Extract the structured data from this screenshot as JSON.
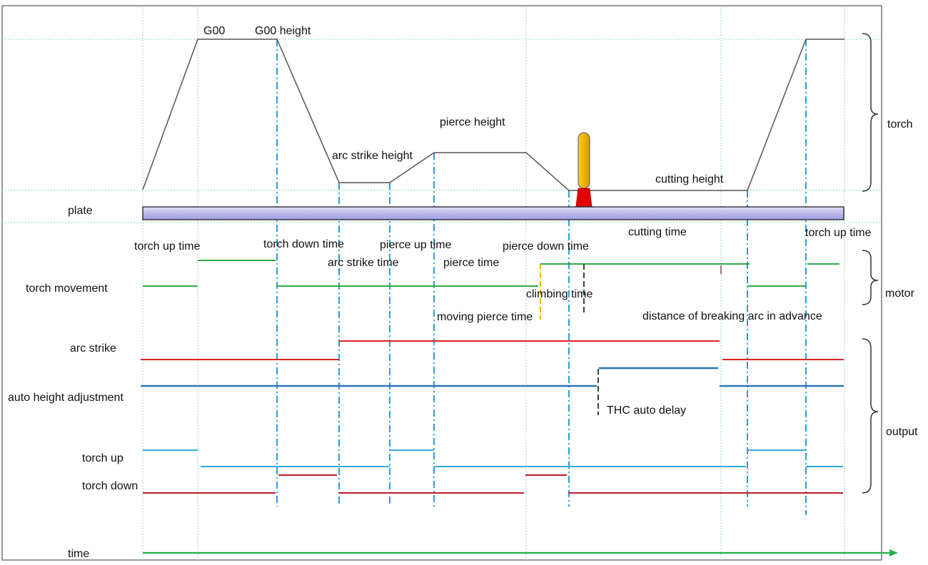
{
  "colors": {
    "frame": "#555555",
    "grid_dotted": "#99d4bb",
    "grid_dashdot": "#2a9fd6",
    "torch_profile": "#555555",
    "plate_fill_top": "#ddddf6",
    "plate_fill_bottom": "#9b9be2",
    "torch_body": "#f0b400",
    "torch_nozzle": "#e00000",
    "motor_signal": "#2ea84a",
    "arc_signal": "#dd2222",
    "thc_signal": "#2e74b5",
    "torch_up_signal": "#35a9e0",
    "torch_down_signal": "#c0182e",
    "time_arrow": "#22b24c",
    "marker_yellow": "#f4b400",
    "marker_dark": "#2f4f2f",
    "marker_brown": "#a07070"
  },
  "labels": {
    "g00": "G00",
    "g00_height": "G00 height",
    "arc_strike_height": "arc strike height",
    "pierce_height": "pierce height",
    "cutting_height": "cutting height",
    "torch_group": "torch",
    "plate": "plate",
    "cutting_time": "cutting time",
    "torch_up_time_right": "torch up time",
    "torch_up_time_left": "torch up time",
    "torch_down_time": "torch down time",
    "pierce_up_time": "pierce up time",
    "pierce_down_time": "pierce down time",
    "arc_strike_time": "arc strike time",
    "pierce_time": "pierce time",
    "motor_group": "motor",
    "torch_movement": "torch movement",
    "climbing_time": "climbing time",
    "moving_pierce_time": "moving pierce time",
    "distance_breaking_arc": "distance of breaking arc in advance",
    "arc_strike": "arc strike",
    "auto_height_adjustment": "auto height adjustment",
    "thc_auto_delay": "THC auto delay",
    "output_group": "output",
    "torch_up": "torch up",
    "torch_down": "torch down",
    "time": "time"
  },
  "icons": {
    "torch": "plasma-torch-icon",
    "time_arrow": "arrow-right-icon"
  }
}
